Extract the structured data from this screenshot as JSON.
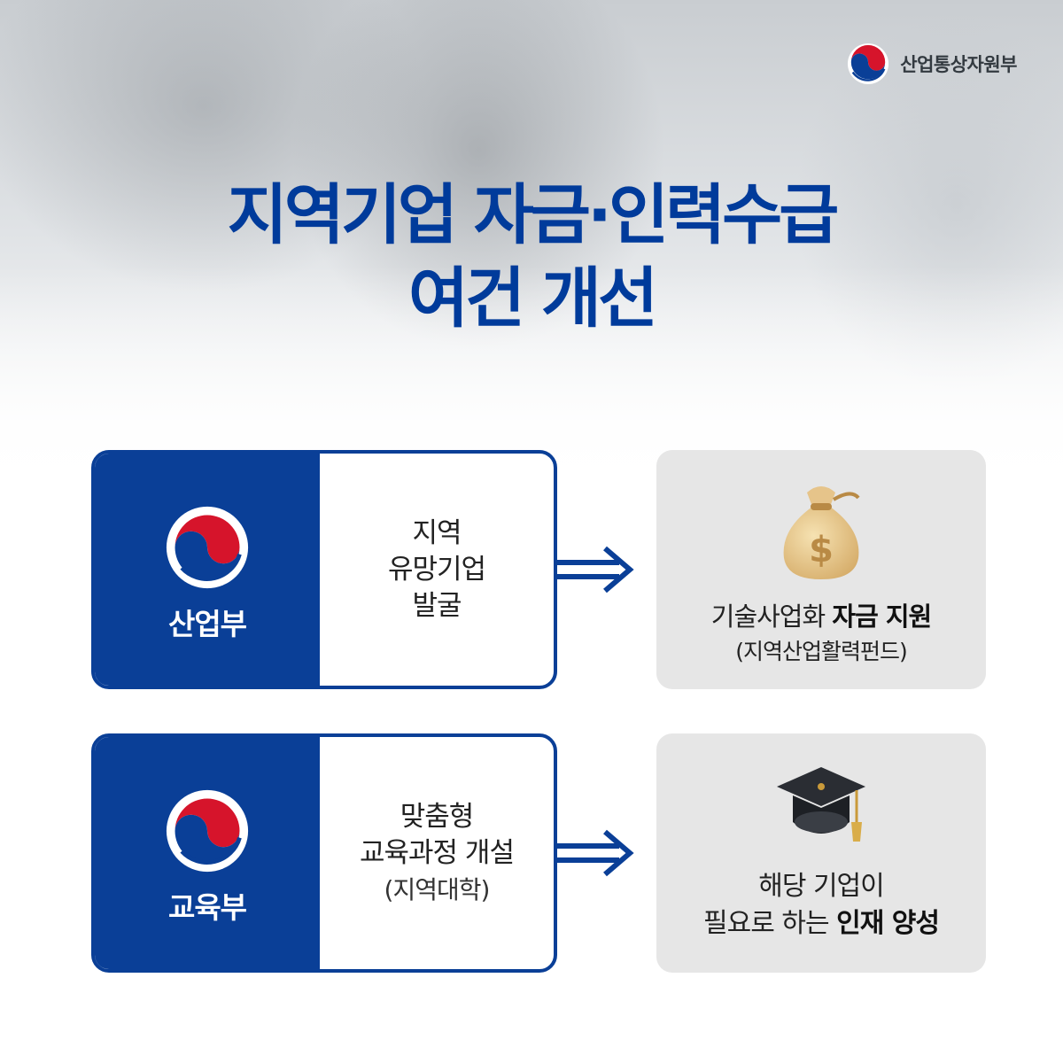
{
  "brand": {
    "name": "산업통상자원부",
    "emblem_icon": "taegeuk-emblem-icon"
  },
  "title": {
    "line1": "지역기업 자금·인력수급",
    "line2": "여건 개선"
  },
  "colors": {
    "primary_blue": "#0a3f97",
    "title_blue": "#003b9b",
    "emblem_red": "#d6142b",
    "card_gray": "#e6e6e6"
  },
  "rows": [
    {
      "ministry": "산업부",
      "action_lines": [
        "지역",
        "유망기업",
        "발굴"
      ],
      "action_sub": "",
      "icon": "money-bag-icon",
      "result_line1_normal": "기술사업화 ",
      "result_line1_bold": "자금 지원",
      "result_line2": "(지역산업활력펀드)"
    },
    {
      "ministry": "교육부",
      "action_lines": [
        "맞춤형",
        "교육과정 개설"
      ],
      "action_sub": "(지역대학)",
      "icon": "graduation-cap-icon",
      "result_line1": "해당 기업이",
      "result_line2_normal": "필요로 하는 ",
      "result_line2_bold": "인재 양성"
    }
  ]
}
